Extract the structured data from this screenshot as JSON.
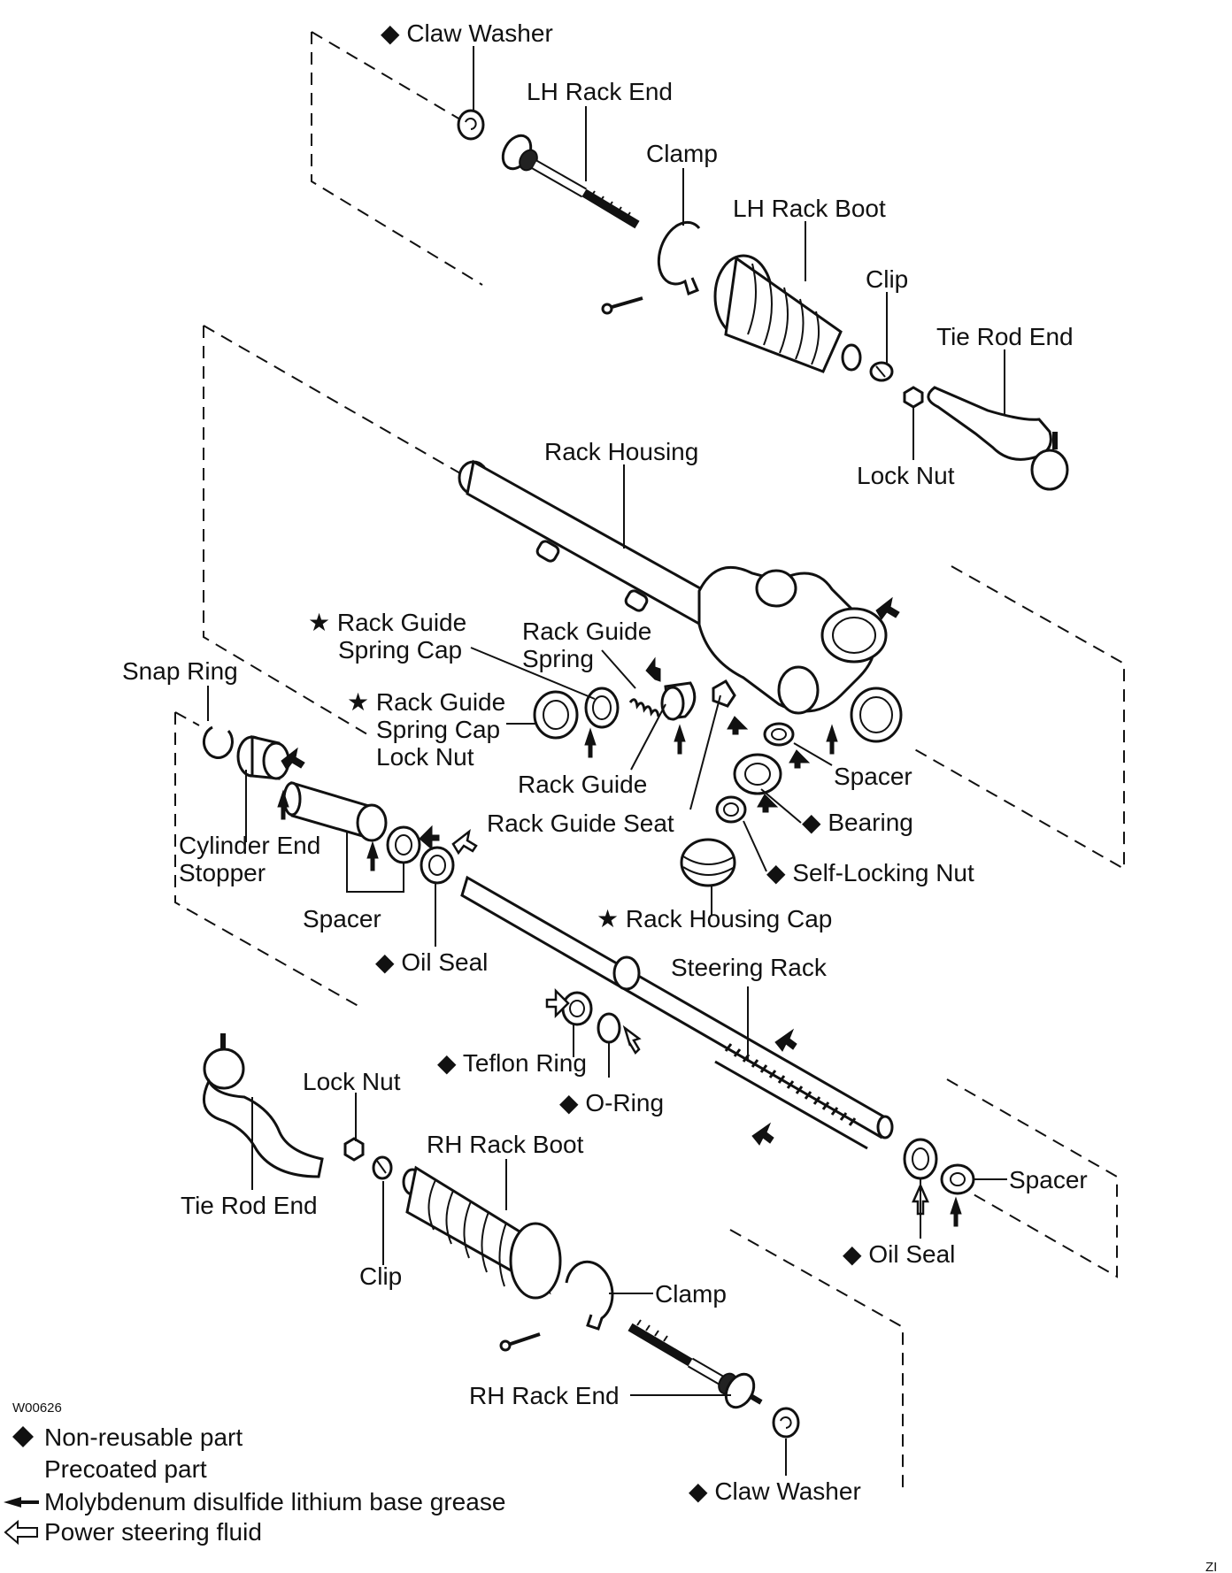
{
  "diagram": {
    "figure_code": "W00626",
    "corner_code": "ZI",
    "symbols": {
      "diamond": "◆",
      "star": "★"
    },
    "labels": {
      "claw_washer_top": "Claw Washer",
      "lh_rack_end": "LH Rack End",
      "clamp_top": "Clamp",
      "lh_rack_boot": "LH Rack Boot",
      "clip_top": "Clip",
      "tie_rod_end_top": "Tie Rod End",
      "lock_nut_top": "Lock Nut",
      "rack_housing": "Rack Housing",
      "rack_guide_spring_cap_1": "Rack Guide",
      "rack_guide_spring_cap_2": "Spring Cap",
      "rack_guide_spring_1": "Rack Guide",
      "rack_guide_spring_2": "Spring",
      "snap_ring": "Snap Ring",
      "lock_nut_cap_1": "Rack Guide",
      "lock_nut_cap_2": "Spring Cap",
      "lock_nut_cap_3": "Lock Nut",
      "rack_guide": "Rack Guide",
      "rack_guide_seat": "Rack Guide Seat",
      "spacer_right": "Spacer",
      "bearing": "Bearing",
      "self_locking_nut": "Self-Locking Nut",
      "cylinder_end_stopper_1": "Cylinder End",
      "cylinder_end_stopper_2": "Stopper",
      "spacer_left": "Spacer",
      "oil_seal_left": "Oil Seal",
      "rack_housing_cap": "Rack Housing Cap",
      "steering_rack": "Steering Rack",
      "teflon_ring": "Teflon Ring",
      "o_ring": "O-Ring",
      "lock_nut_bottom": "Lock Nut",
      "rh_rack_boot": "RH Rack Boot",
      "tie_rod_end_bottom": "Tie Rod End",
      "clip_bottom": "Clip",
      "clamp_bottom": "Clamp",
      "oil_seal_right": "Oil Seal",
      "spacer_bottom_right": "Spacer",
      "rh_rack_end": "RH Rack End",
      "claw_washer_bottom": "Claw Washer"
    },
    "legend": {
      "non_reusable": "Non-reusable part",
      "precoated": "Precoated part",
      "grease": "Molybdenum disulfide lithium base grease",
      "fluid": "Power steering fluid"
    }
  }
}
